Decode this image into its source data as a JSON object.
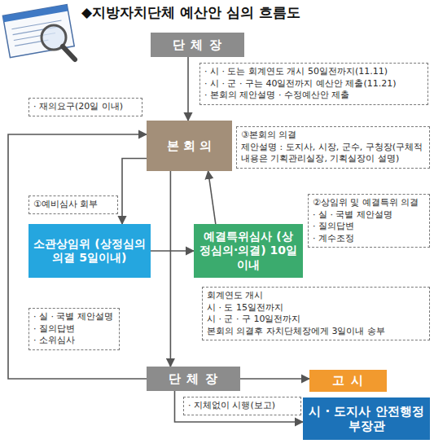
{
  "diagram": {
    "title": "◆지방자치단체 예산안 심의 흐름도",
    "nodes": [
      {
        "text": [
          "단 체 장"
        ]
      },
      {
        "text": [
          "· 시 · 도는 회계연도 개시 50일전까지(11.11)",
          "· 시 · 군 · 구는 40일전까지 예산안 제출(11.21)",
          "· 본회의 제안설명 · 수정예산안 제출"
        ]
      },
      {
        "text": [
          "· 재의요구(20일 이내)"
        ]
      },
      {
        "text": [
          "본 회 의"
        ]
      },
      {
        "text": [
          "③본회의 의결",
          "제안설명 : 도지사, 시장, 군수, 구청장(구체적 내용은 기획관리실장, 기획실장이 설명)"
        ]
      },
      {
        "text": [
          "①예비심사 회부"
        ]
      },
      {
        "text": [
          "소관상임위 (상정심의의결 5일이내)"
        ]
      },
      {
        "text": [
          "예결특위심사 (상정심의·의결) 10일이내"
        ]
      },
      {
        "text": [
          "②상임위 및 예결특위 의결",
          "· 실 · 국별 제안설명",
          "· 질의답변",
          "· 계수조정"
        ]
      },
      {
        "text": [
          "· 실 · 국별 제안설명",
          "· 질의답변",
          "· 소위심사"
        ]
      },
      {
        "text": [
          "회계연도 개시",
          "시 · 도 15일전까지",
          "시 · 군 · 구 10일전까지",
          "본회의 의결후 자치단체장에게 3일이내 송부"
        ]
      },
      {
        "text": [
          "단 체 장"
        ]
      },
      {
        "text": [
          "고 시"
        ]
      },
      {
        "text": [
          "· 지체없이 시행(보고)"
        ]
      },
      {
        "text": [
          "시 · 도지사 안전행정부장관"
        ]
      }
    ],
    "edges": [
      {
        "from": 0,
        "to": 3,
        "arrow": "to"
      },
      {
        "from": 3,
        "to": 6,
        "arrow": "to"
      },
      {
        "from": 6,
        "to": 7,
        "arrow": "to"
      },
      {
        "from": 7,
        "to": 3,
        "arrow": "to"
      },
      {
        "from": 3,
        "to": 11,
        "arrow": "to"
      },
      {
        "from": 11,
        "to": 3,
        "arrow": "to"
      },
      {
        "from": 11,
        "to": 12,
        "arrow": "to"
      },
      {
        "from": 11,
        "to": 14,
        "arrow": "to"
      }
    ]
  }
}
